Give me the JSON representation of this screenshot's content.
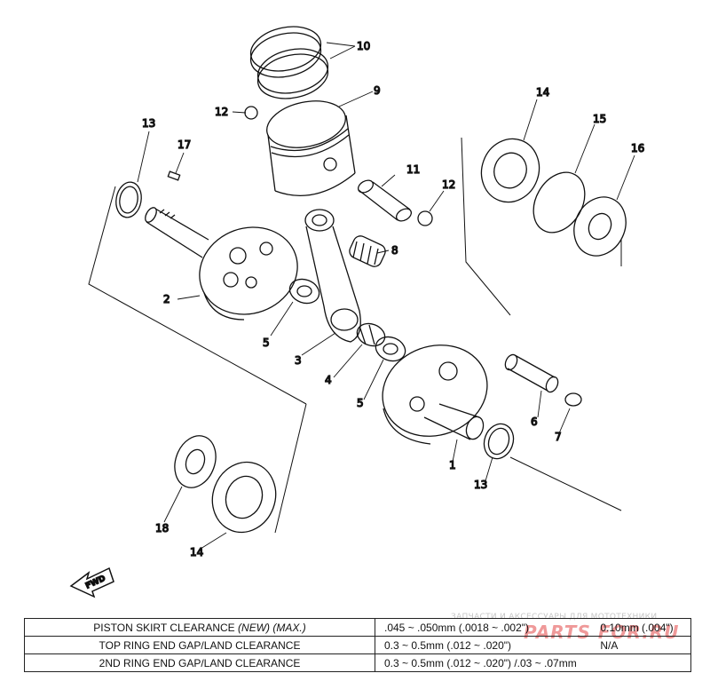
{
  "callouts": {
    "c1": "1",
    "c2": "2",
    "c3": "3",
    "c4": "4",
    "c5a": "5",
    "c5b": "5",
    "c6": "6",
    "c7": "7",
    "c8": "8",
    "c9": "9",
    "c10": "10",
    "c11": "11",
    "c12a": "12",
    "c12b": "12",
    "c13a": "13",
    "c13b": "13",
    "c14a": "14",
    "c14b": "14",
    "c15": "15",
    "c16": "16",
    "c17": "17",
    "c18": "18"
  },
  "fwd_label": "FWD",
  "spec_table": {
    "rows": [
      {
        "label": "PISTON SKIRT CLEARANCE",
        "label_emph": "(NEW) (MAX.)",
        "value_a": ".045 ~ .050mm (.0018 ~ .002\")",
        "value_b": "0.10mm (.004\")"
      },
      {
        "label": "TOP RING END GAP/LAND CLEARANCE",
        "label_emph": "",
        "value_a": "0.3 ~ 0.5mm (.012 ~ .020\")",
        "value_b": "N/A"
      },
      {
        "label": "2ND RING END GAP/LAND CLEARANCE",
        "label_emph": "",
        "value_a": "0.3 ~ 0.5mm (.012 ~ .020\") /.03 ~ .07mm",
        "value_b": ""
      }
    ]
  },
  "watermark": {
    "line": "ЗАПЧАСТИ И АКСЕССУАРЫ ДЛЯ МОТОТЕХНИКИ",
    "logo": "PARTS FOR.RU"
  }
}
